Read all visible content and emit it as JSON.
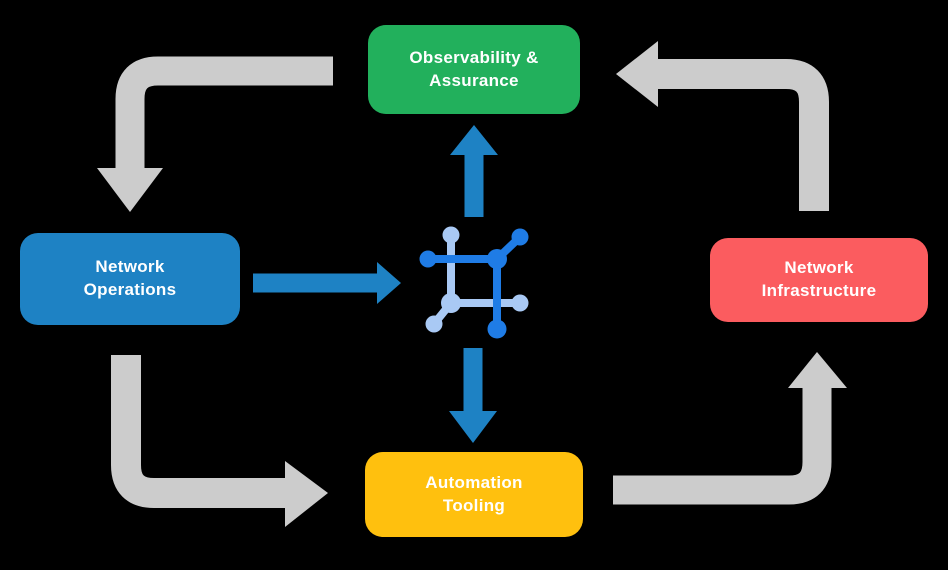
{
  "diagram": {
    "title": "network automation lifecycle diagram",
    "background": "#000000",
    "nodes": {
      "observability": {
        "label": "Observability &\nAssurance",
        "color": "#22B05C"
      },
      "operations": {
        "label": "Network\nOperations",
        "color": "#1E82C4"
      },
      "infrastructure": {
        "label": "Network\nInfrastructure",
        "color": "#FB5C5F"
      },
      "automation": {
        "label": "Automation\nTooling",
        "color": "#FFC00E"
      }
    },
    "center_icon": {
      "name": "network-mesh-icon"
    },
    "colors": {
      "arrow_gray": "#CCCCCC",
      "arrow_blue": "#1E82C4",
      "icon_dark_blue": "#1F7CE6",
      "icon_light_blue": "#A9C9F4",
      "label_text": "#FFFFFF"
    },
    "flows": {
      "observability_to_operations": "Observability & Assurance -> Network Operations",
      "infrastructure_to_observability": "Network Infrastructure -> Observability & Assurance",
      "operations_to_automation": "Network Operations -> Automation Tooling",
      "automation_to_infrastructure": "Automation Tooling -> Network Infrastructure",
      "operations_to_center": "Network Operations -> center icon",
      "center_to_observability": "center icon -> Observability & Assurance",
      "center_to_automation": "center icon -> Automation Tooling"
    }
  }
}
